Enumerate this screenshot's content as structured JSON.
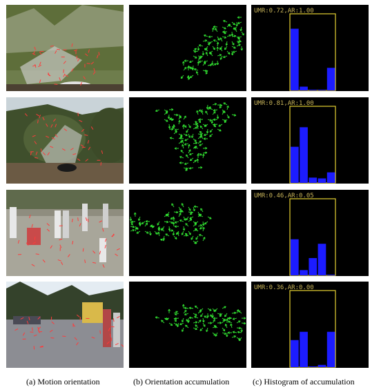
{
  "captions": {
    "a": "(a) Motion orientation",
    "b": "(b) Orientation accumulation",
    "c": "(c) Histogram of accumulation"
  },
  "colors": {
    "arrow": "#33e633",
    "motion": "#ff3b3b",
    "bar": "#1c1cff",
    "box": "#e6d233",
    "label": "#c8b45a"
  },
  "rows": [
    {
      "label": "UMR:0.72,AR:1.00",
      "chart_data": {
        "type": "bar",
        "values": [
          0.82,
          0.05,
          0.01,
          0.01,
          0.3
        ]
      }
    },
    {
      "label": "UMR:0.81,AR:1.00",
      "chart_data": {
        "type": "bar",
        "values": [
          0.48,
          0.74,
          0.07,
          0.06,
          0.14
        ]
      }
    },
    {
      "label": "UMR:0.46,AR:0.05",
      "chart_data": {
        "type": "bar",
        "values": [
          0.48,
          0.07,
          0.23,
          0.42,
          0.01
        ]
      }
    },
    {
      "label": "UMR:0.36,AR:0.00",
      "chart_data": {
        "type": "bar",
        "values": [
          0.36,
          0.47,
          0.01,
          0.03,
          0.47
        ]
      }
    }
  ]
}
